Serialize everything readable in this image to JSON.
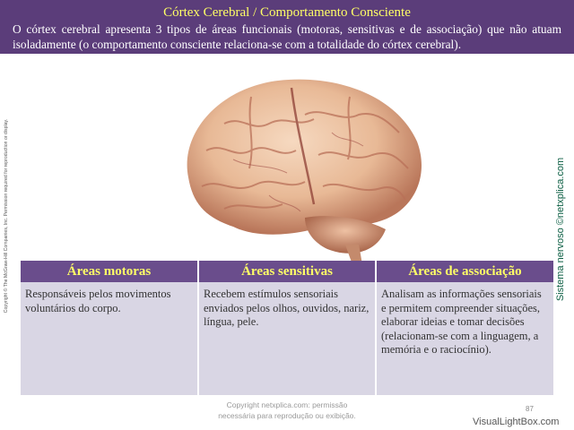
{
  "header": {
    "title": "Córtex Cerebral / Comportamento Consciente",
    "subtitle": "O córtex cerebral apresenta 3 tipos de áreas funcionais (motoras, sensitivas e de associação) que não atuam isoladamente (o comportamento consciente relaciona-se com a totalidade do córtex cerebral)."
  },
  "side": {
    "copyright": "Copyright © The McGraw-Hill Companies, Inc. Permission required for reproduction or display.",
    "brand": "Sistema nervoso ©netxplica.com"
  },
  "image": {
    "subject": "brain-photo"
  },
  "table": {
    "headers": [
      "Áreas motoras",
      "Áreas sensitivas",
      "Áreas de associação"
    ],
    "cells": [
      "Responsáveis pelos movimentos voluntários do corpo.",
      "Recebem estímulos sensoriais enviados pelos olhos, ouvidos, nariz, língua, pele.",
      "Analisam as informações sensoriais e permitem compreender situações, elaborar ideias e tomar decisões (relacionam-se com a linguagem, a memória e o raciocínio)."
    ]
  },
  "footer": {
    "note_line1": "Copyright netxplica.com: permissão",
    "note_line2": "necessária para reprodução ou exibição.",
    "page_number": "87",
    "watermark": "VisualLightBox.com"
  },
  "colors": {
    "header_bg": "#5b3d7a",
    "title": "#ffff66",
    "table_header_bg": "#6a4d8c",
    "table_cell_bg": "#d9d6e4",
    "brand": "#0b5e43"
  }
}
